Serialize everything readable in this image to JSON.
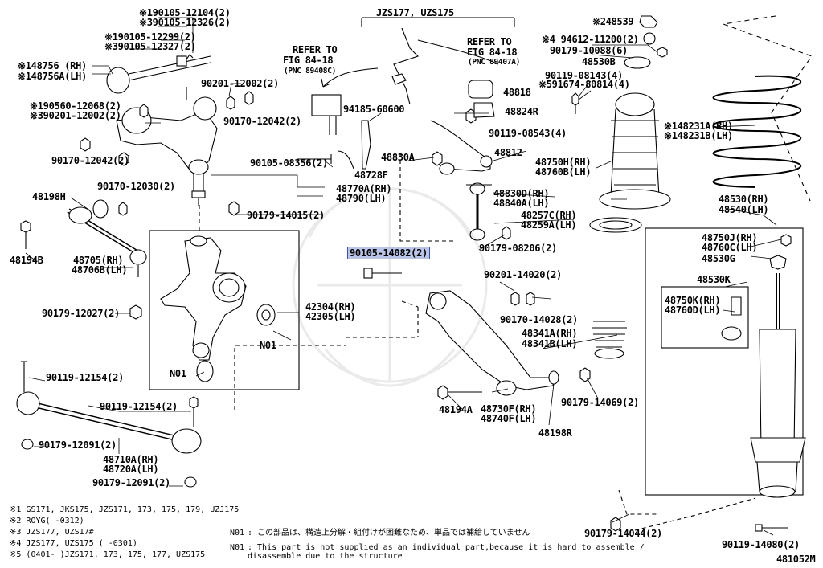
{
  "colors": {
    "highlight_bg": "#b9c4e6",
    "highlight_border": "#3c4fa8",
    "ink": "#000000"
  },
  "header": {
    "model_label": "JZS177, UZS175"
  },
  "labels": {
    "a1": "※190105-12104(2)",
    "a2": "※390105-12326(2)",
    "a3": "※190105-12299(2)",
    "a4": "※390105-12327(2)",
    "a5": "※148756 (RH)",
    "a6": "※148756A(LH)",
    "a7": "90201-12002(2)",
    "a8": "※190560-12068(2)",
    "a9": "※390201-12002(2)",
    "a10": "90170-12042(2)",
    "a11": "90170-12042(2)",
    "a12": "90170-12030(2)",
    "a13": "48198H",
    "a14": "48194B",
    "a15": "48705(RH)",
    "a16": "48706B(LH)",
    "a17": "90179-12027(2)",
    "a18": "90179-14015(2)",
    "a19": "90119-12154(2)",
    "a20": "90119-12154(2)",
    "a21": "90179-12091(2)",
    "a22": "48710A(RH)",
    "a23": "48720A(LH)",
    "a24": "90179-12091(2)",
    "a25": "42304(RH)",
    "a26": "42305(LH)",
    "a27": "N01",
    "a28": "N01",
    "b1": "REFER TO",
    "b2": "FIG 84-18",
    "b3": "(PNC 89408C)",
    "b4": "REFER TO",
    "b5": "FIG 84-18",
    "b6": "(PNC 89407A)",
    "b7": "94185-60600",
    "b8": "90105-08356(2)",
    "b9": "48728F",
    "b10": "48770A(RH)",
    "b11": "48790(LH)",
    "b12": "48818",
    "b13": "48824R",
    "b14": "90119-08543(4)",
    "b15": "48830A",
    "b16": "48812",
    "b17": "48830D(RH)",
    "b18": "48840A(LH)",
    "b19": "48257C(RH)",
    "b20": "48259A(LH)",
    "b21": "90179-08206(2)",
    "b22": "90105-14082(2)",
    "b23": "90201-14020(2)",
    "b24": "90170-14028(2)",
    "b25": "48341A(RH)",
    "b26": "48341B(LH)",
    "b27": "90179-14069(2)",
    "b28": "48194A",
    "b29": "48730F(RH)",
    "b30": "48740F(LH)",
    "b31": "48198R",
    "c1": "※248539",
    "c2": "※4 94612-11200(2)",
    "c3": "90179-10088(6)",
    "c4": "48530B",
    "c5": "90119-08143(4)",
    "c6": "※591674-80814(4)",
    "c7": "48750H(RH)",
    "c8": "48760B(LH)",
    "c9": "※148231A(RH)",
    "c10": "※148231B(LH)",
    "c11": "48530(RH)",
    "c12": "48540(LH)",
    "c13": "48750J(RH)",
    "c14": "48760C(LH)",
    "c15": "48530G",
    "c16": "48530K",
    "c17": "48750K(RH)",
    "c18": "48760D(LH)",
    "c19": "90179-14044(2)",
    "c20": "90119-14080(2)",
    "c21": "481052M"
  },
  "footnotes": [
    "※1  GS171, JKS175, JZS171, 173, 175, 179, UZJ175",
    "※2  ROYG(        -0312)",
    "※3  JZS177, UZS17#",
    "※4  JZS177, UZS175 (        -0301)",
    "※5 (0401-      )JZS171, 173, 175, 177, UZS175"
  ],
  "notes": {
    "n01_jp_key": "N01",
    "n01_jp": ": この部品は、構造上分解・組付けが困難なため、単品では補給していません",
    "n01_en_key": "N01",
    "n01_en_1": ": This part is not supplied as an individual part,because it is hard to assemble /",
    "n01_en_2": "  disassemble due to the structure"
  }
}
